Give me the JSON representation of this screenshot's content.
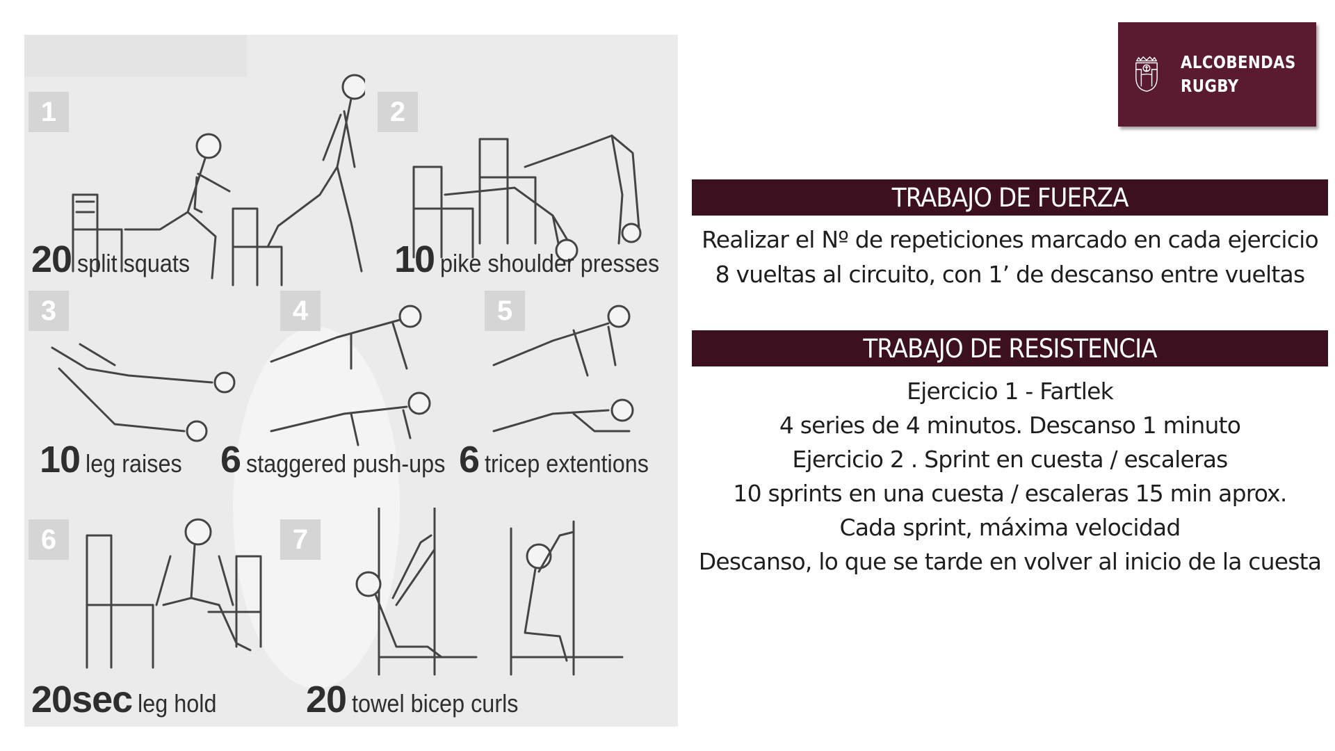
{
  "exercises": [
    {
      "tile": "1",
      "count": "20",
      "name": "split squats"
    },
    {
      "tile": "2",
      "count": "10",
      "name": "pike shoulder presses"
    },
    {
      "tile": "3",
      "count": "10",
      "name": "leg raises"
    },
    {
      "tile": "4",
      "count": "6",
      "name": "staggered push-ups"
    },
    {
      "tile": "5",
      "count": "6",
      "name": "tricep extentions"
    },
    {
      "tile": "6",
      "count": "20sec",
      "name": "leg hold"
    },
    {
      "tile": "7",
      "count": "20",
      "name": "towel bicep curls"
    }
  ],
  "logo": {
    "line1": "ALCOBENDAS",
    "line2": "RUGBY",
    "color": "#5a1a2f"
  },
  "fuerza": {
    "title": "TRABAJO DE FUERZA",
    "lines": [
      "Realizar el Nº de repeticiones marcado en cada ejercicio",
      "8 vueltas al circuito, con 1’ de descanso entre vueltas"
    ]
  },
  "resistencia": {
    "title": "TRABAJO DE RESISTENCIA",
    "lines": [
      "Ejercicio 1 - Fartlek",
      "4 series de 4 minutos. Descanso 1 minuto",
      "Ejercicio 2 . Sprint en cuesta / escaleras",
      "10 sprints en una cuesta / escaleras 15 min aprox.",
      "Cada sprint, máxima velocidad",
      "Descanso, lo que se tarde en volver al inicio de la cuesta"
    ]
  },
  "colors": {
    "bar": "#3d1020",
    "panel": "#ebebeb",
    "tile": "#d5d5d5"
  }
}
